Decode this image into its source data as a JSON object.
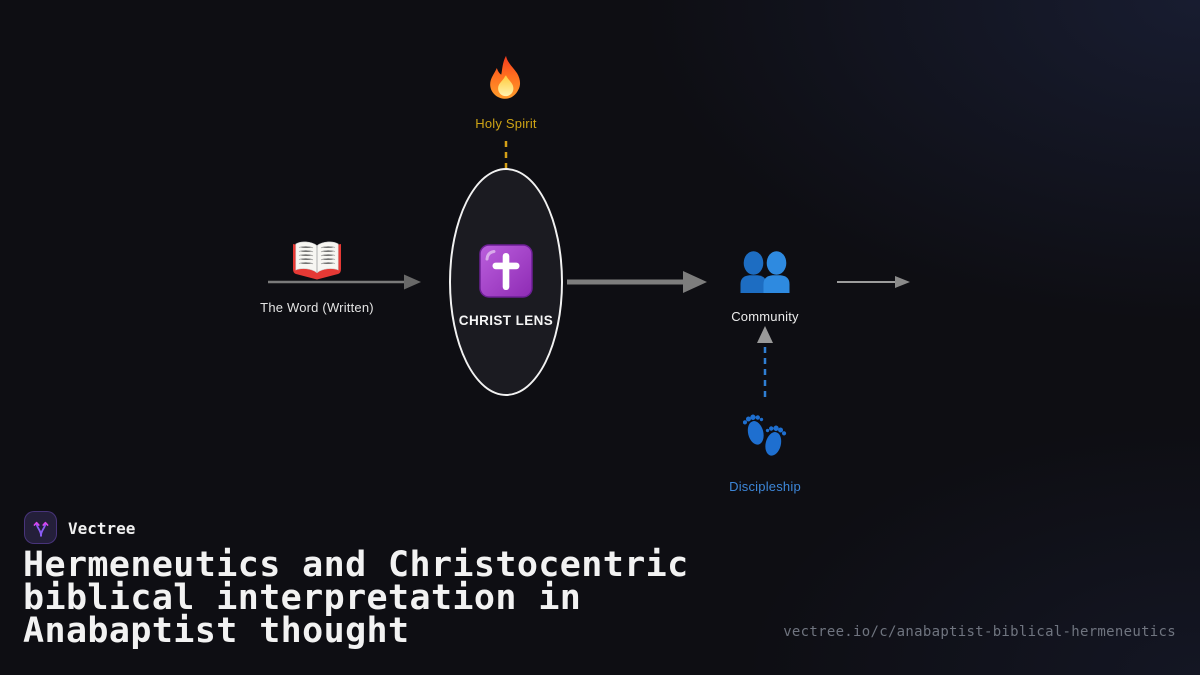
{
  "diagram": {
    "nodes": {
      "holy_spirit": {
        "label": "Holy Spirit",
        "icon": "fire-icon",
        "label_color": "#cda315"
      },
      "word": {
        "label": "The Word (Written)",
        "icon": "open-book-icon",
        "label_color": "#e3e3e3"
      },
      "christ_lens": {
        "label": "CHRIST LENS",
        "icon": "latin-cross-icon",
        "label_color": "#f5f5f5"
      },
      "community": {
        "label": "Community",
        "icon": "busts-icon",
        "label_color": "#ececec"
      },
      "discipleship": {
        "label": "Discipleship",
        "icon": "footprints-icon",
        "label_color": "#3d86d8"
      }
    },
    "edges": [
      {
        "from": "word",
        "to": "christ_lens",
        "style": "solid-gray"
      },
      {
        "from": "christ_lens",
        "to": "community",
        "style": "solid-gray-thick"
      },
      {
        "from": "community",
        "to": "offscreen-right",
        "style": "solid-gray-thin"
      },
      {
        "from": "holy_spirit",
        "to": "christ_lens",
        "style": "dashed-gold-down"
      },
      {
        "from": "discipleship",
        "to": "community",
        "style": "dashed-blue-up"
      }
    ]
  },
  "footer": {
    "brand": "Vectree",
    "title_lines": [
      "Hermeneutics and Christocentric",
      "biblical interpretation in",
      "Anabaptist thought"
    ],
    "url": "vectree.io/c/anabaptist-biblical-hermeneutics"
  },
  "colors": {
    "background": "#0e0e13",
    "background_corner_tint": "#1a1e31",
    "ellipse_stroke": "#f2f2f2",
    "arrow_gray": "#7d7d7d",
    "dashed_gold": "#d4a017",
    "dashed_blue": "#2f7fd4",
    "holy_spirit_label": "#cda315",
    "discipleship_label": "#3d86d8",
    "logo_accent": "#8b5cf6",
    "url_text": "#6f747f"
  }
}
